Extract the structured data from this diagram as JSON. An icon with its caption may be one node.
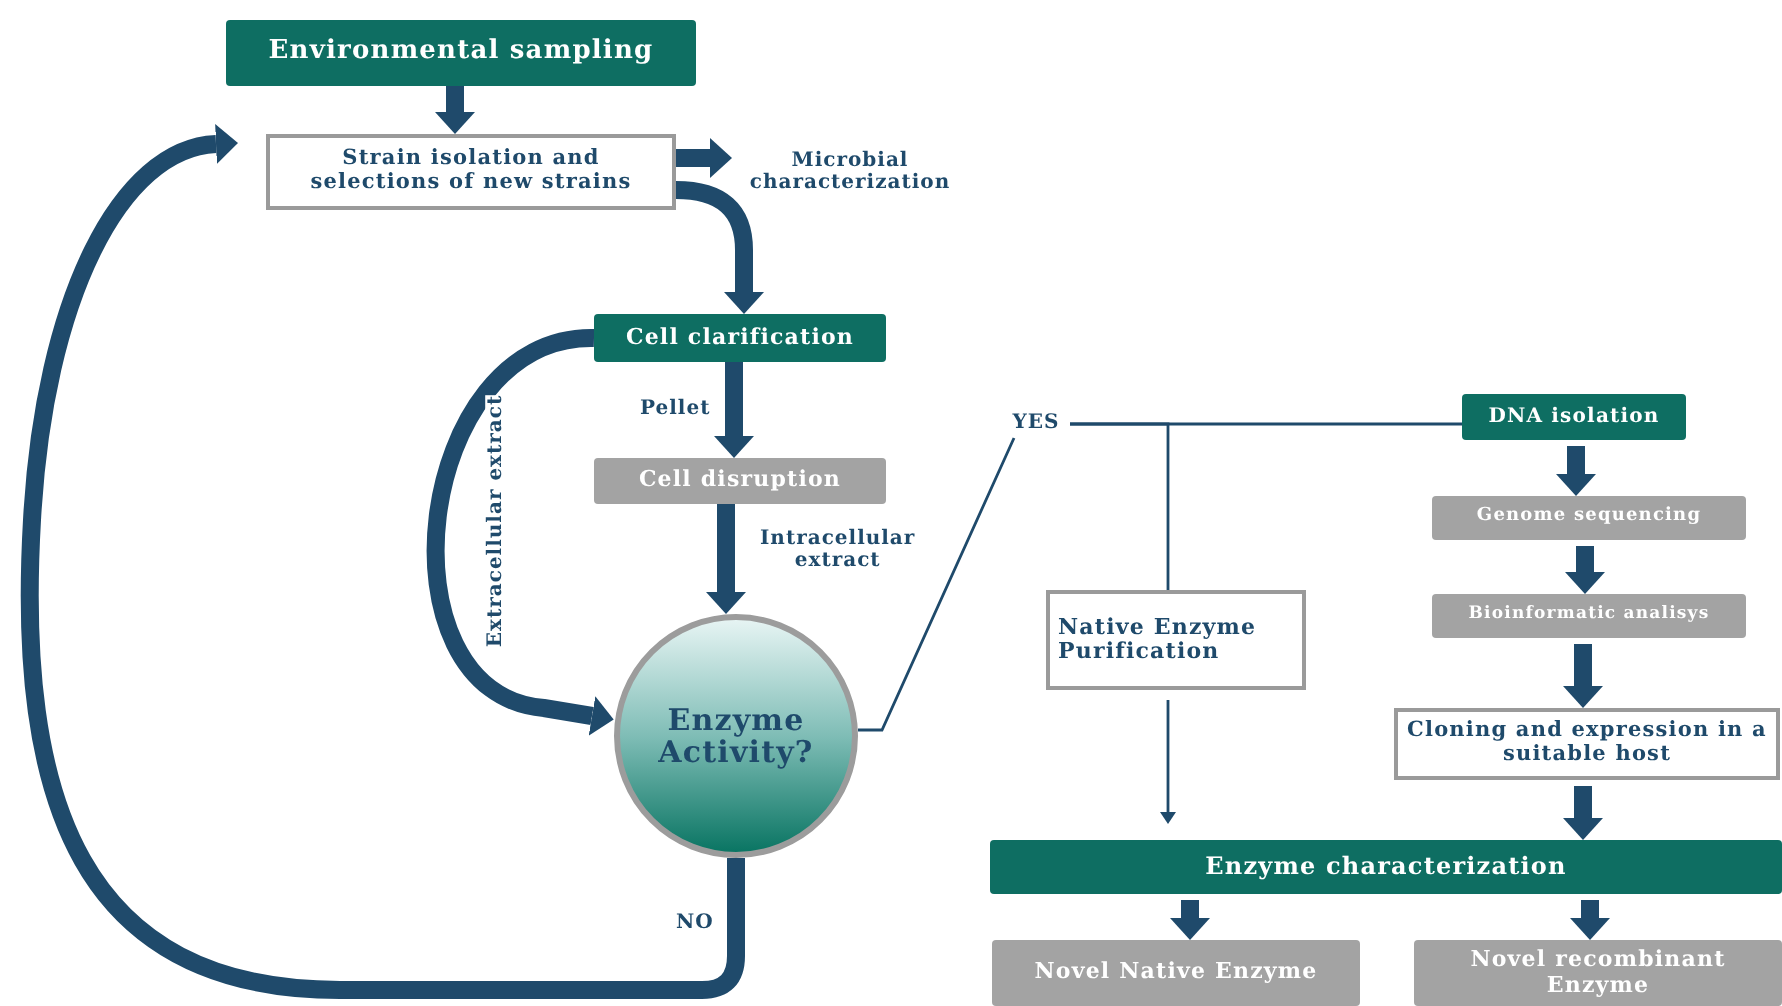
{
  "diagram": {
    "nodes": [
      {
        "text": [
          "Environmental sampling"
        ]
      },
      {
        "text": [
          "Strain isolation and selections of new strains"
        ]
      },
      {
        "text": [
          "Microbial characterization"
        ]
      },
      {
        "text": [
          "Cell clarification"
        ]
      },
      {
        "text": [
          "Cell disruption"
        ]
      },
      {
        "text": [
          "Enzyme Activity?"
        ]
      },
      {
        "text": [
          "YES"
        ]
      },
      {
        "text": [
          "DNA isolation"
        ]
      },
      {
        "text": [
          "Native Enzyme Purification"
        ]
      },
      {
        "text": [
          "Genome sequencing"
        ]
      },
      {
        "text": [
          "Bioinformatic analisys"
        ]
      },
      {
        "text": [
          "Cloning and expression in a suitable host"
        ]
      },
      {
        "text": [
          "Enzyme characterization"
        ]
      },
      {
        "text": [
          "Novel Native Enzyme"
        ]
      },
      {
        "text": [
          "Novel recombinant Enzyme"
        ]
      }
    ],
    "edges": [
      {
        "from": 0,
        "to": 1,
        "arrow": "to"
      },
      {
        "from": 1,
        "to": 2,
        "arrow": "to"
      },
      {
        "from": 1,
        "to": 3,
        "arrow": "to"
      },
      {
        "from": 3,
        "to": 4,
        "arrow": "to",
        "label": "Pellet"
      },
      {
        "from": 3,
        "to": 5,
        "arrow": "to",
        "label": "Extracellular extract"
      },
      {
        "from": 4,
        "to": 5,
        "arrow": "to",
        "label": "Intracellular extract"
      },
      {
        "from": 5,
        "to": 1,
        "arrow": "to",
        "label": "NO"
      },
      {
        "from": 5,
        "to": 6,
        "arrow": "none"
      },
      {
        "from": 6,
        "to": 7,
        "arrow": "none"
      },
      {
        "from": 6,
        "to": 8,
        "arrow": "none"
      },
      {
        "from": 8,
        "to": 12,
        "arrow": "to"
      },
      {
        "from": 7,
        "to": 9,
        "arrow": "to"
      },
      {
        "from": 9,
        "to": 10,
        "arrow": "to"
      },
      {
        "from": 10,
        "to": 11,
        "arrow": "to"
      },
      {
        "from": 11,
        "to": 12,
        "arrow": "to"
      },
      {
        "from": 12,
        "to": 13,
        "arrow": "to"
      },
      {
        "from": 12,
        "to": 14,
        "arrow": "to"
      }
    ]
  }
}
